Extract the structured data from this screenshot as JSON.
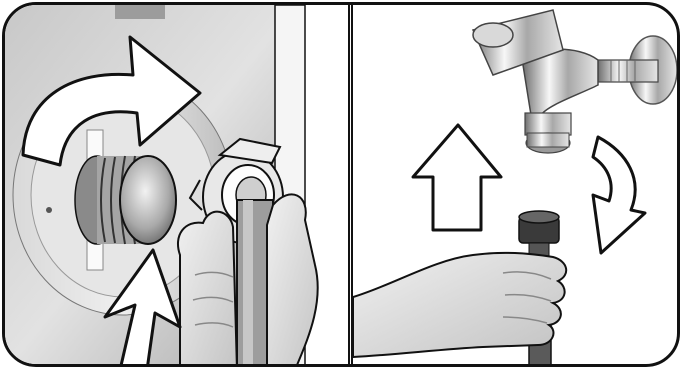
{
  "illustration": {
    "panels": [
      {
        "id": "left",
        "content": [
          "machine-inlet-fitting",
          "hose-nut",
          "hand",
          "rotate-arrow",
          "up-arrow"
        ]
      },
      {
        "id": "right",
        "content": [
          "water-tap",
          "hose-end",
          "hand",
          "up-arrow",
          "rotate-arrow"
        ]
      }
    ]
  },
  "colors": {
    "outline": "#111111",
    "metal_light": "#e9e9e9",
    "metal_mid": "#bdbdbd",
    "metal_dark": "#7a7a7a",
    "skin": "#d7d7d7",
    "arrow_fill": "#ffffff"
  }
}
